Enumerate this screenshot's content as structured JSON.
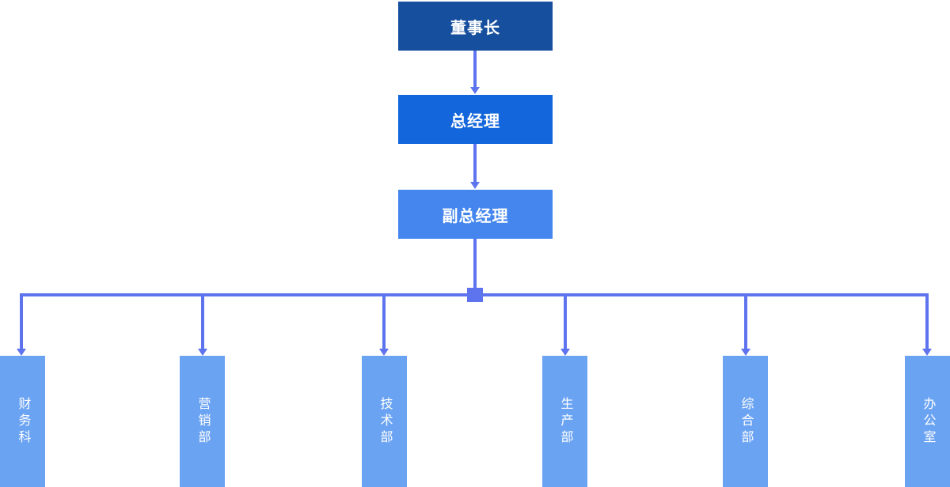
{
  "chart": {
    "type": "org-chart",
    "title": "",
    "levels": [
      {
        "id": "chairman",
        "label": "董事长"
      },
      {
        "id": "general-manager",
        "label": "总经理"
      },
      {
        "id": "deputy-general-manager",
        "label": "副总经理"
      }
    ],
    "departments": [
      {
        "id": "finance",
        "label": "财务科"
      },
      {
        "id": "marketing",
        "label": "营销部"
      },
      {
        "id": "technology",
        "label": "技术部"
      },
      {
        "id": "production",
        "label": "生产部"
      },
      {
        "id": "general-affairs",
        "label": "综合部"
      },
      {
        "id": "office",
        "label": "办公室"
      }
    ],
    "hierarchy": "董事长 > 总经理 > 副总经理 > (财务科, 营销部, 技术部, 生产部, 综合部, 办公室)"
  },
  "colors": {
    "chairman": "#164f9e",
    "general-manager": "#1366db",
    "deputy-general-manager": "#4486ee",
    "department": "#6ba3f3",
    "connector": "#5e74ef",
    "text": "#ffffff",
    "background": "#ffffff"
  }
}
